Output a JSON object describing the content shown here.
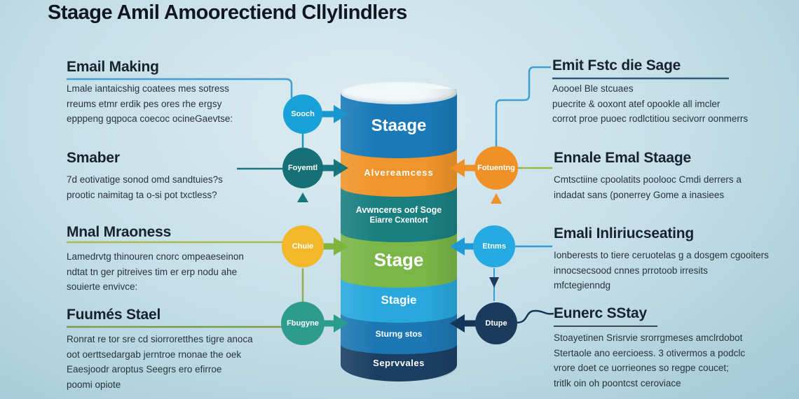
{
  "title": "Staage Amil Amoorectiend Cllylindlers",
  "left_sections": [
    {
      "heading": "Email Making",
      "lines": [
        "Lmale iantaicshig coatees mes sotress",
        "rreums etmr erdik pes ores rhe ergsy",
        "epppeng gqpoca coecoc ocineGaevtse:"
      ]
    },
    {
      "heading": "Smaber",
      "lines": [
        "7d eotivatige sonod omd sandtuies?s",
        "prootic naimitag ta o-si pot txctless?"
      ]
    },
    {
      "heading": "Mnal Mraoness",
      "lines": [
        "Lamedrvtg thinouren cnorc ompeaeseinon",
        "ndtat tn ger pitreives tim er erp nodu ahe",
        "souierte envivce:"
      ]
    },
    {
      "heading": "Fuumés Stael",
      "lines": [
        "Ronrat re tor sre cd siorroretthes tigre anoca",
        "oot oerttsedargab jerntroe rnonae the oek",
        "Eaesjoodr aroptus Seegrs ero efirroe",
        "poomi opiote"
      ]
    }
  ],
  "right_sections": [
    {
      "heading": "Emit Fstc die Sage",
      "lines": [
        "Aoooel Ble stcuaes",
        "puecrite & ooxont atef opookle all imcler",
        "corrot proe puoec rodlctitiou secivorr oonmerrs"
      ]
    },
    {
      "heading": "Ennale Emal Staage",
      "lines": [
        "Cmtsctiine cpoolatits poolooc Cmdi derrers a",
        "indadat sans (ponerrey Gome a inasiees"
      ]
    },
    {
      "heading": "Emali Inliriucseating",
      "lines": [
        "Ionberests to tiere ceruotelas g a dosgem cgooiters",
        "innocsecsood cnnes prrotoob irresits",
        "mfctegienndg"
      ]
    },
    {
      "heading": "Eunerc SStay",
      "lines": [
        "Stoayetinen Srisrvie srorrgmeses amclrdobot",
        "Stertaole ano eercioess. 3 otivermos a podclc",
        "vrore doet ce uorrieones so regpe coucet;",
        "tritlk oin oh poontcst ceroviace"
      ]
    }
  ],
  "cylinder": {
    "segments": [
      {
        "label": "Staage",
        "color": "#1a7ab8"
      },
      {
        "label": "Alvereamcess",
        "color": "#f0952b"
      },
      {
        "label": "Avwnceres oof Soge",
        "label2": "Eiarre Cxentort",
        "color": "#1b7f80"
      },
      {
        "label": "Stage",
        "color": "#7ab648"
      },
      {
        "label": "Stagie",
        "color": "#29a8dd"
      },
      {
        "label": "Sturng stos",
        "color": "#1d77b3"
      },
      {
        "label": "Seprvvales",
        "color": "#1b3f63"
      }
    ]
  },
  "left_circles": [
    {
      "label": "Sooch",
      "color": "#18a0d8"
    },
    {
      "label": "Foyemtl",
      "color": "#177077"
    },
    {
      "label": "Chuie",
      "color": "#f4b72b"
    },
    {
      "label": "Fbugyne",
      "color": "#2d9b8e"
    }
  ],
  "right_circles": [
    {
      "label": "Fotuentng",
      "color": "#f09127"
    },
    {
      "label": "Etnms",
      "color": "#25aae1"
    },
    {
      "label": "Dtupe",
      "color": "#1b3a5c"
    }
  ],
  "accent_colors": {
    "background_top": "#dcecf1",
    "background_edge": "#a2c8d6",
    "heading_text": "#16222e",
    "body_text": "#27333d",
    "blue_connector": "#3f9fd4",
    "teal_connector": "#17767c",
    "olive_connector": "#94ab4c",
    "navy_connector": "#2c5a7a"
  }
}
